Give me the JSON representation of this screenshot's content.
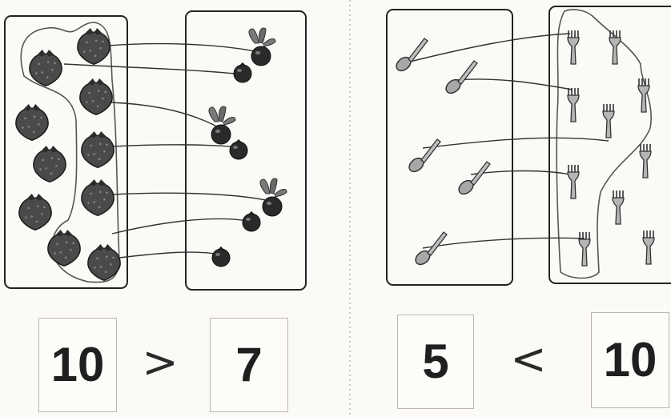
{
  "left_comparison": {
    "group_a_count": "10",
    "sign": ">",
    "group_b_count": "7",
    "group_a_item": "strawberry",
    "group_b_item": "berry"
  },
  "right_comparison": {
    "group_a_count": "5",
    "sign": "<",
    "group_b_count": "10",
    "group_a_item": "spoon",
    "group_b_item": "fork"
  },
  "colors": {
    "ink": "#1f1f1f",
    "fruit": "#4a4a4a",
    "berry": "#2a2a2a",
    "utensil": "#9a9a9a",
    "paper": "#fbfaf6"
  }
}
